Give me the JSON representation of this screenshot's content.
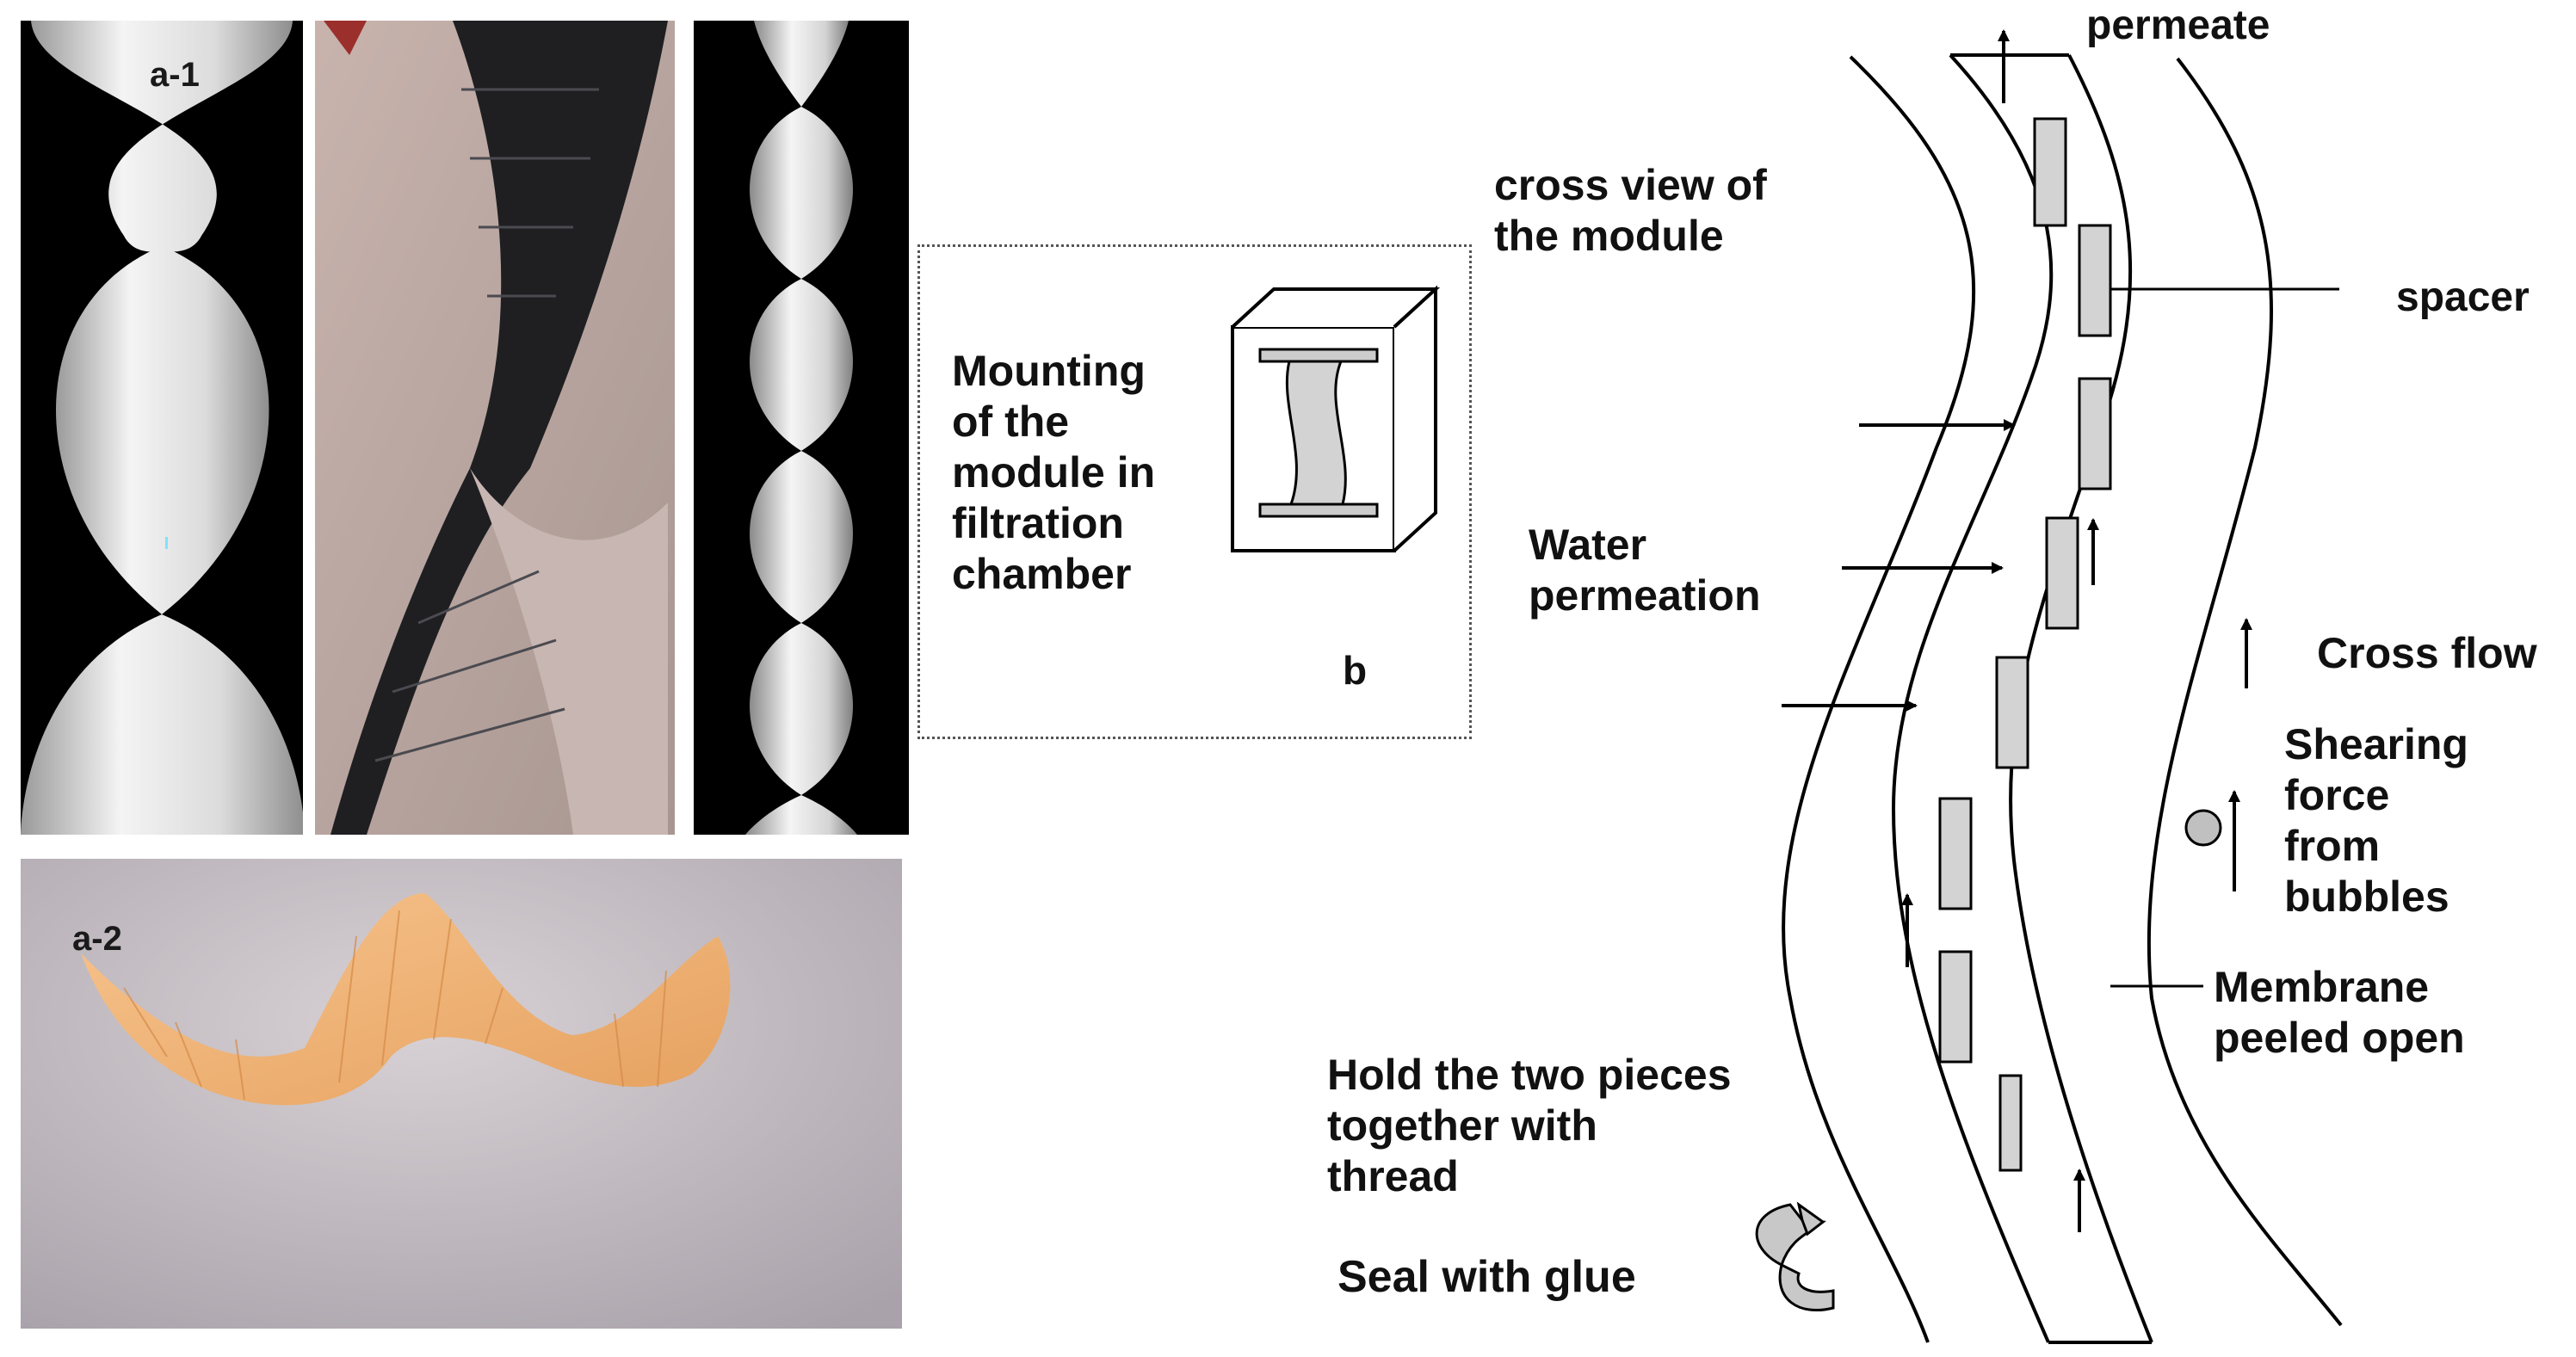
{
  "panel_a1": {
    "label": "a-1",
    "colors": {
      "background": "#000000",
      "helix": "#e6e6e6",
      "photo_bg": "#b9a39d",
      "photo_strip": "#2a2a2c"
    }
  },
  "panel_a2": {
    "label": "a-2",
    "colors": {
      "background": "#c4bdc3",
      "helix": "#f2b57a"
    }
  },
  "panel_b": {
    "label": "b",
    "caption_lines": [
      "Mounting",
      "of the",
      "module in",
      "filtration",
      "chamber"
    ]
  },
  "panel_c": {
    "permeate": "permeate",
    "cross_view_lines": [
      "cross view of",
      "the module"
    ],
    "spacer": "spacer",
    "water_permeation_lines": [
      "Water",
      "permeation"
    ],
    "cross_flow": "Cross flow",
    "shearing_lines": [
      "Shearing",
      "force",
      "from",
      "bubbles"
    ],
    "membrane_lines": [
      "Membrane",
      "peeled open"
    ],
    "hold_lines": [
      "Hold the two pieces",
      "together with",
      "thread"
    ],
    "seal": "Seal with glue"
  },
  "colors": {
    "spacer_fill": "#d3d3d3",
    "stroke": "#000000"
  }
}
